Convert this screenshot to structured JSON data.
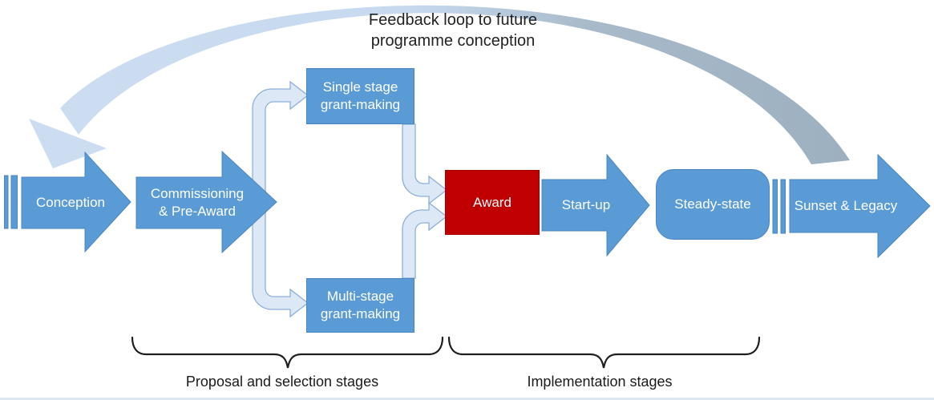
{
  "title": {
    "feedback_note": "Feedback loop to future\nprogramme conception"
  },
  "stages": {
    "conception": "Conception",
    "commissioning": "Commissioning\n& Pre-Award",
    "single_stage": "Single stage\ngrant-making",
    "multi_stage": "Multi-stage\ngrant-making",
    "award": "Award",
    "startup": "Start-up",
    "steady_state": "Steady-state",
    "sunset": "Sunset & Legacy"
  },
  "group_labels": {
    "proposal": "Proposal and selection stages",
    "implementation": "Implementation stages"
  },
  "colors": {
    "stage_blue": "#5B9BD5",
    "stage_blue_border": "#4A86C4",
    "award_red": "#C00000",
    "connector_fill": "#DCE8F5",
    "connector_border": "#8CB0D9",
    "feedback_light": "#CBDDF2",
    "feedback_gray": "#9DB0C0",
    "brace_dark": "#1F1F1F",
    "text_dark": "#222222",
    "text_light": "#FDFEFF"
  }
}
